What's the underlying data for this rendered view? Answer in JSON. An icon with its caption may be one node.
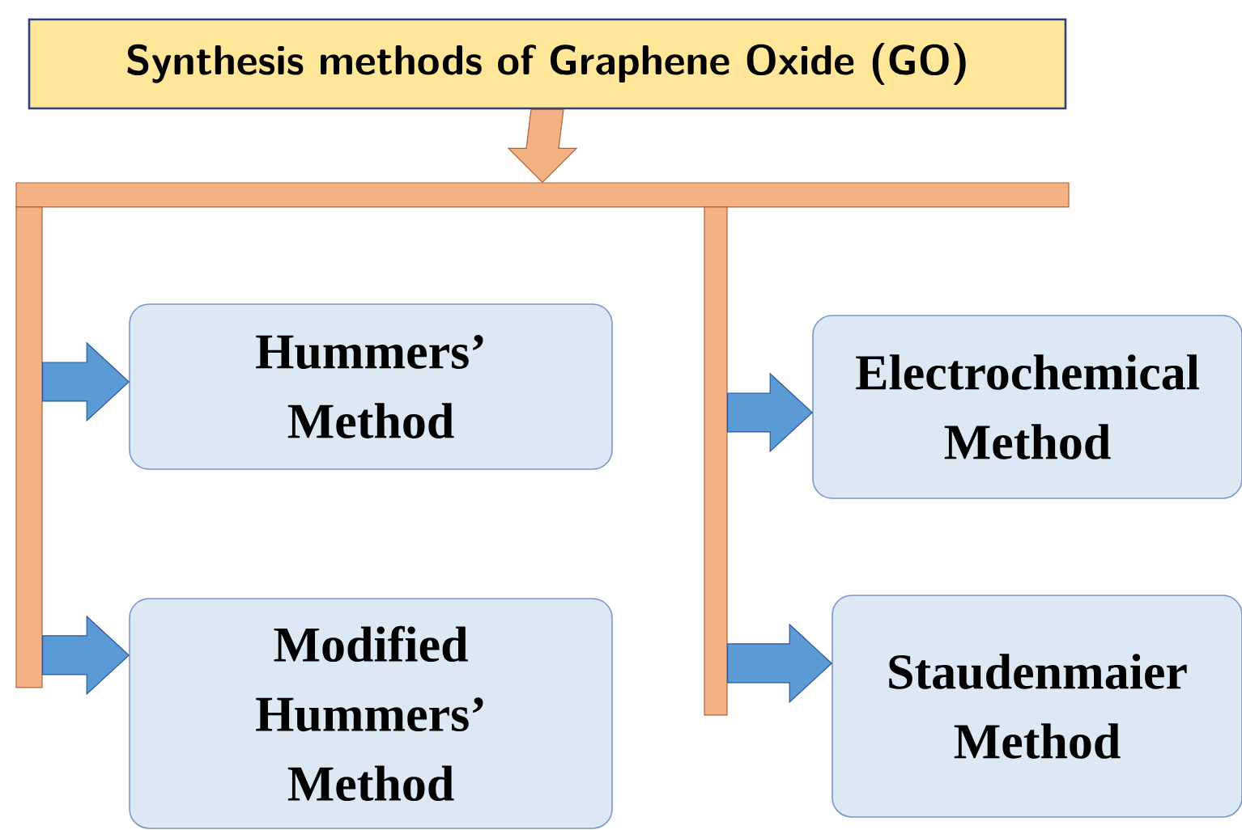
{
  "diagram": {
    "nodes": [
      {
        "text": [
          "Synthesis methods of Graphene Oxide (GO)"
        ]
      },
      {
        "text": [],
        "shape": "bar"
      },
      {
        "text": [],
        "shape": "bar"
      },
      {
        "text": [
          "Hummers’ Method"
        ]
      },
      {
        "text": [
          "Modified Hummers’ Method"
        ]
      },
      {
        "text": [],
        "shape": "bar"
      },
      {
        "text": [
          "Electrochemical Method"
        ]
      },
      {
        "text": [
          "Staudenmaier Method"
        ]
      }
    ],
    "edges": [
      {
        "from": 0,
        "to": 1,
        "arrow": "to"
      },
      {
        "from": 2,
        "to": 3,
        "arrow": "to"
      },
      {
        "from": 2,
        "to": 4,
        "arrow": "to"
      },
      {
        "from": 5,
        "to": 6,
        "arrow": "to"
      },
      {
        "from": 5,
        "to": 7,
        "arrow": "to"
      }
    ]
  }
}
